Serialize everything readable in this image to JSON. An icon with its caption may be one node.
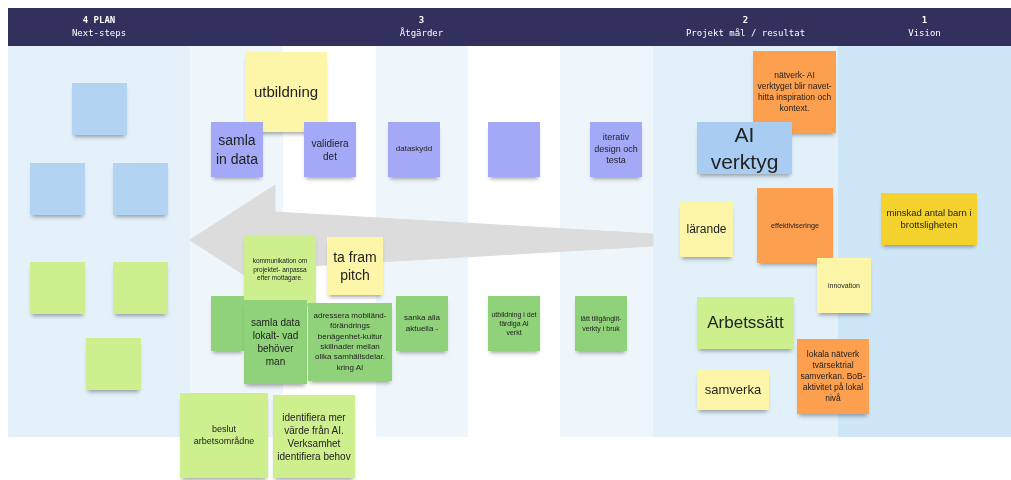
{
  "diagram": {
    "nodes": [
      {
        "text": [
          "4 PLAN",
          "Next-steps"
        ]
      },
      {
        "text": [],
        "shape": "box",
        "in": 0
      },
      {
        "text": [],
        "shape": "box",
        "in": 0
      },
      {
        "text": [],
        "shape": "box",
        "in": 0
      },
      {
        "text": [],
        "shape": "box",
        "in": 0
      },
      {
        "text": [],
        "shape": "box",
        "in": 0
      },
      {
        "text": [],
        "shape": "box",
        "in": 0
      },
      {
        "text": [
          "3",
          "Åtgärder"
        ]
      },
      {
        "text": [
          "utbildning"
        ],
        "in": 7
      },
      {
        "text": [
          "samla in data"
        ],
        "in": 7
      },
      {
        "text": [
          "validiera det"
        ],
        "in": 7
      },
      {
        "text": [
          "dataskydd"
        ],
        "in": 7
      },
      {
        "text": [],
        "shape": "box",
        "in": 7
      },
      {
        "text": [
          "iterativ design och testa"
        ],
        "in": 7
      },
      {
        "text": [
          "kommunikation om projektet- anpassa efter mottagare."
        ],
        "in": 7
      },
      {
        "text": [
          "ta fram pitch"
        ],
        "in": 7
      },
      {
        "text": [],
        "shape": "box",
        "in": 7
      },
      {
        "text": [
          "samla data lokalt- vad behöver man"
        ],
        "in": 7
      },
      {
        "text": [
          "adressera mobiländ- förändrings benägenhet-kultur skillnader mellan olika samhällsdelar. kring AI"
        ],
        "in": 7
      },
      {
        "text": [
          "sanka alla aktuella -"
        ],
        "in": 7
      },
      {
        "text": [
          "utbildning i det färdiga AI verkt"
        ],
        "in": 7
      },
      {
        "text": [
          "lätt tillgänglit- verkty i bruk"
        ],
        "in": 7
      },
      {
        "text": [
          "beslut arbetsområdne"
        ]
      },
      {
        "text": [
          "identifiera mer värde från AI. Verksamhet identifiera behov"
        ]
      },
      {
        "text": [
          "2",
          "Projekt mål / resultat"
        ]
      },
      {
        "text": [
          "nätverk- AI verktyget blir navet- hitta inspiration och kontext."
        ],
        "in": 24
      },
      {
        "text": [
          "AI verktyg"
        ],
        "in": 24
      },
      {
        "text": [
          "lärande"
        ],
        "in": 24
      },
      {
        "text": [
          "effektiviseringe"
        ],
        "in": 24
      },
      {
        "text": [
          "innovation"
        ]
      },
      {
        "text": [
          "Arbetssätt"
        ],
        "in": 24
      },
      {
        "text": [
          "lokala nätverk tvärsektrial samverkan. BoB- aktivitet på lokal nivå"
        ]
      },
      {
        "text": [
          "samverka"
        ],
        "in": 24
      },
      {
        "text": [
          "1",
          "Vision"
        ]
      },
      {
        "text": [
          "minskad antal barn i brottsligheten"
        ],
        "in": 33
      }
    ],
    "edges": [
      {
        "from": 24,
        "to": 0,
        "arrow": "to",
        "style": "thick",
        "color": "#dcdcdc"
      }
    ]
  }
}
